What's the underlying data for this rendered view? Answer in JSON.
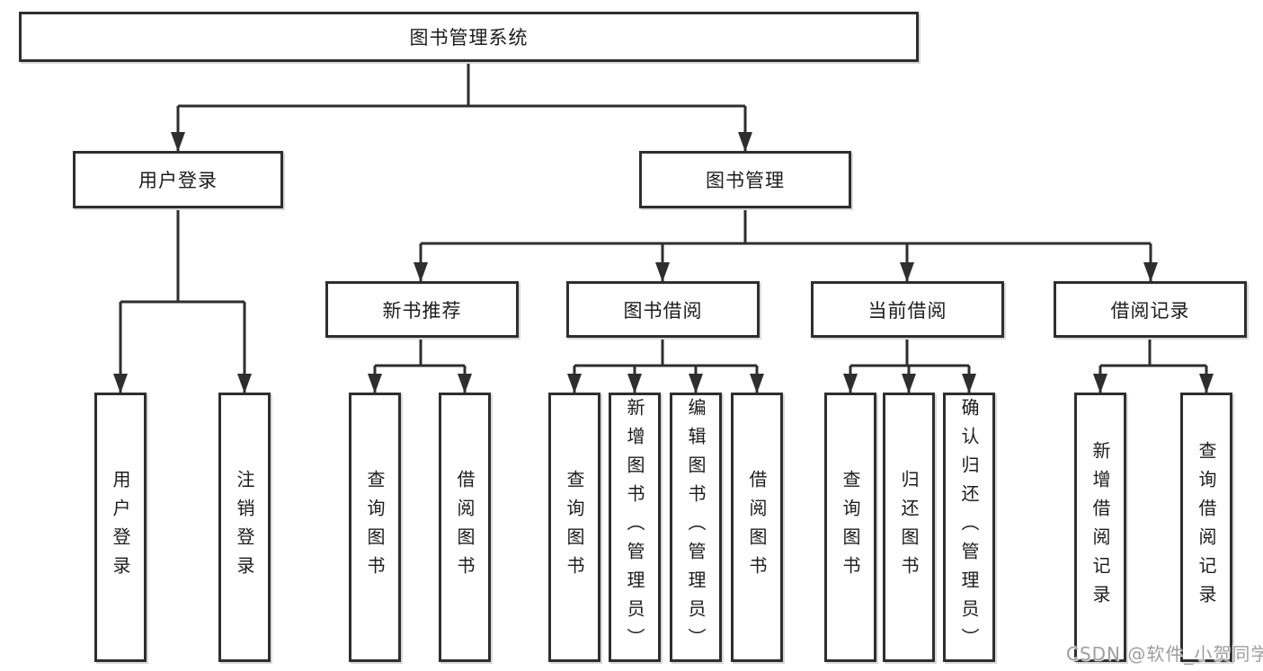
{
  "tree": {
    "root": "图书管理系统",
    "children": [
      {
        "label": "用户登录",
        "children": [
          "用户登录",
          "注销登录"
        ]
      },
      {
        "label": "图书管理",
        "children": [
          {
            "label": "新书推荐",
            "children": [
              "查询图书",
              "借阅图书"
            ]
          },
          {
            "label": "图书借阅",
            "children": [
              "查询图书",
              "新增图书（管理员）",
              "编辑图书（管理员）",
              "借阅图书"
            ]
          },
          {
            "label": "当前借阅",
            "children": [
              "查询图书",
              "归还图书",
              "确认归还（管理员）"
            ]
          },
          {
            "label": "借阅记录",
            "children": [
              "新增借阅记录",
              "查询借阅记录"
            ]
          }
        ]
      }
    ]
  },
  "watermark": {
    "text": "CSDN @软件_小贺同学"
  },
  "colors": {
    "line": "#2e2e2e",
    "box_border": "#2e2e2e",
    "text": "#1c1c1c",
    "watermark_text": "#9e9e9e",
    "background": "#ffffff"
  }
}
